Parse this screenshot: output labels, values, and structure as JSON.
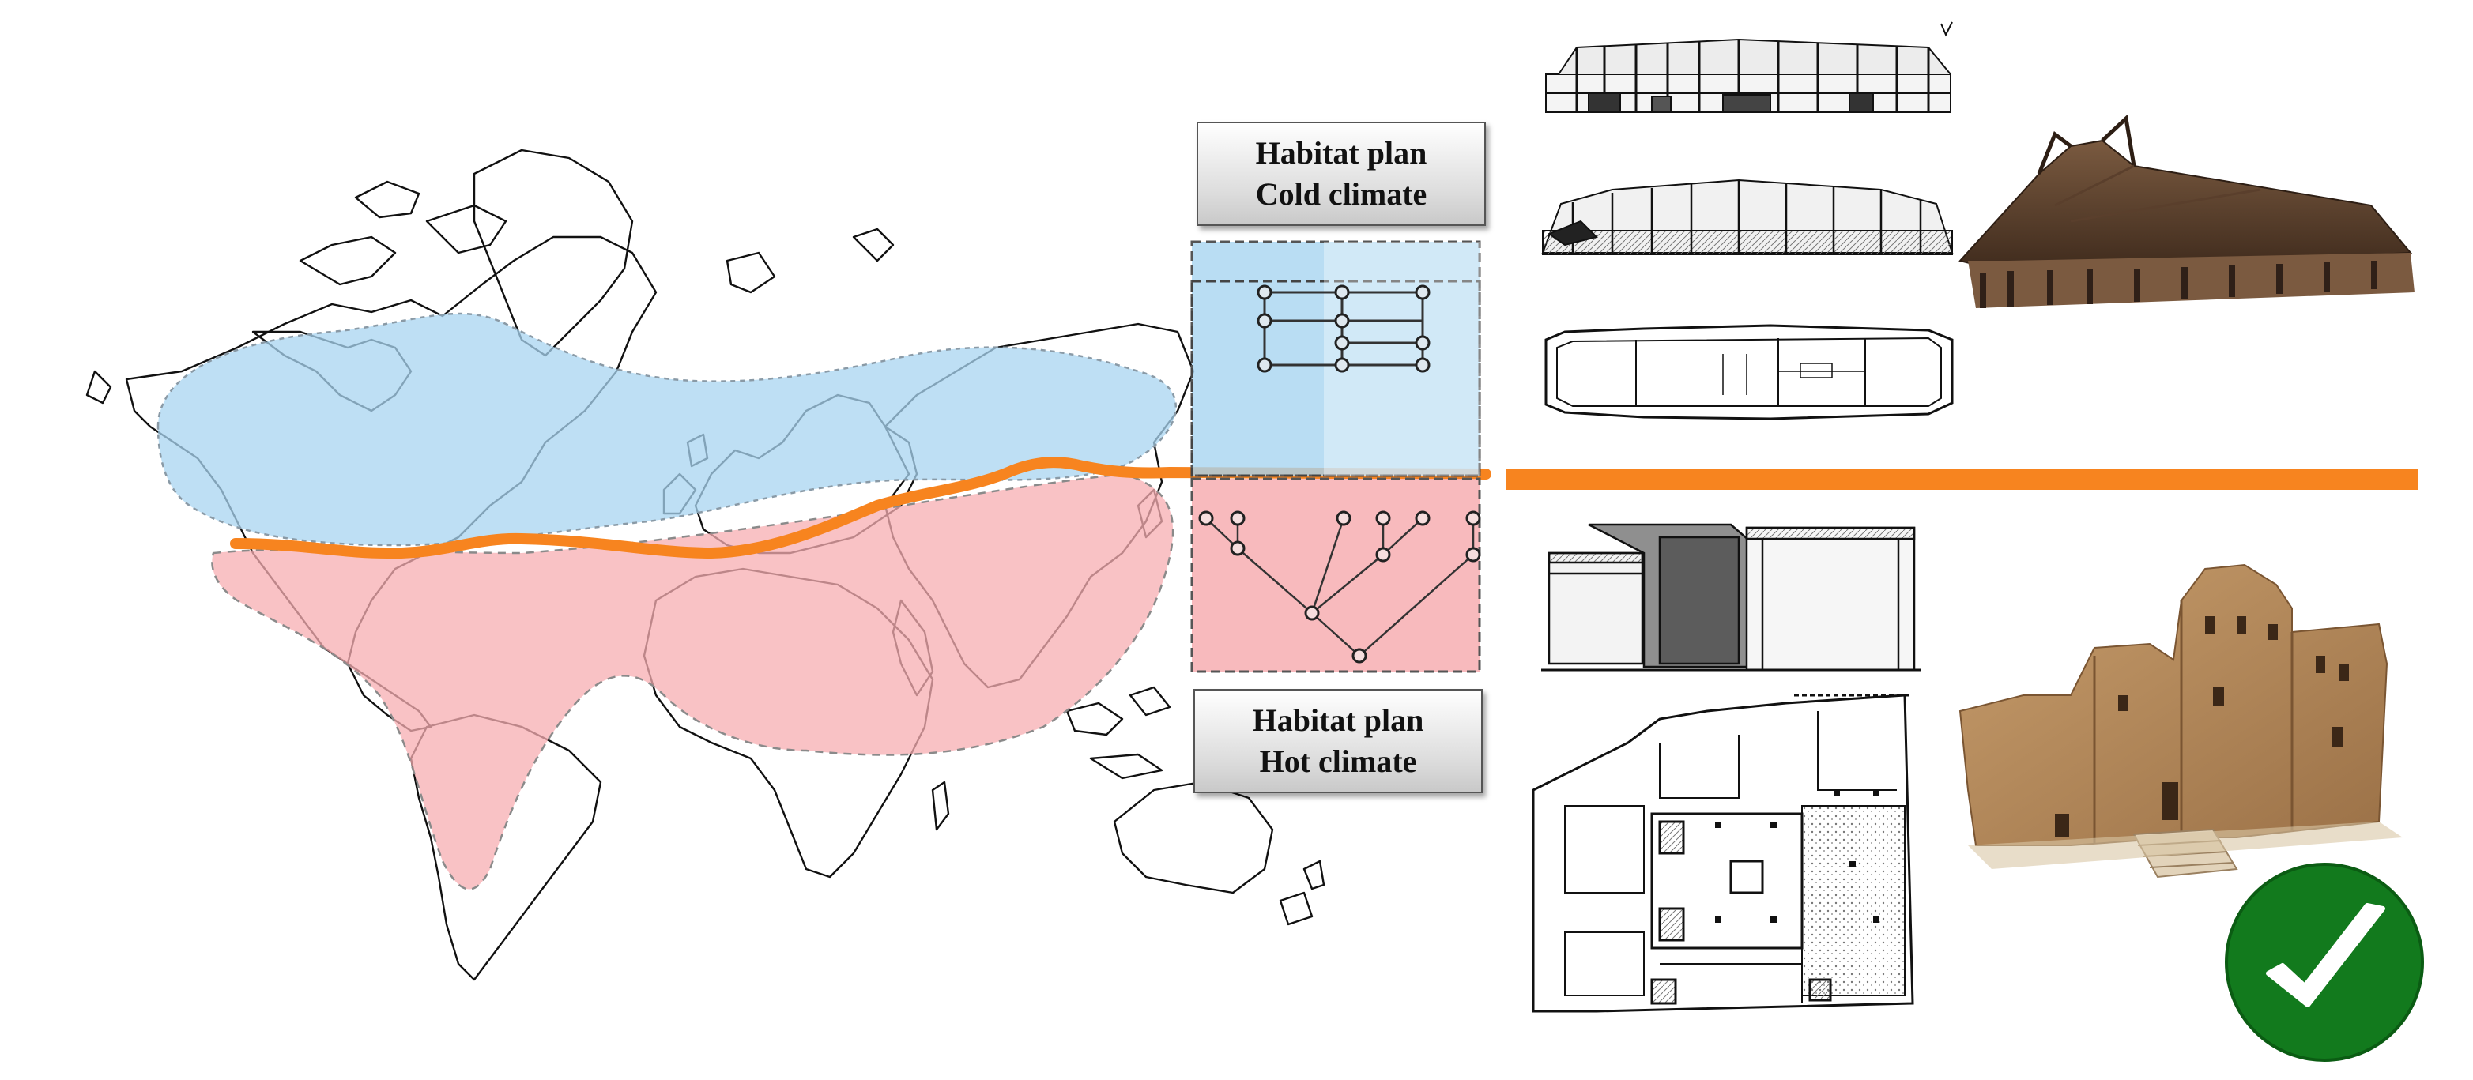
{
  "labels": {
    "cold": {
      "line1": "Habitat plan",
      "line2": "Cold climate"
    },
    "hot": {
      "line1": "Habitat plan",
      "line2": "Hot climate"
    }
  },
  "colors": {
    "cold_zone": "#a8d4f0",
    "hot_zone": "#f7aeb1",
    "divider": "#f7841f",
    "check_badge": "#127a1d",
    "check_mark": "#ffffff",
    "timber_roof": "#5a3f2c",
    "adobe_wall": "#b2875a"
  },
  "icons": [
    "checkmark-icon"
  ],
  "illustrations": [
    "world-map",
    "cold-habitat-graph",
    "hot-habitat-graph",
    "longhouse-section-elevation",
    "longhouse-long-section",
    "longhouse-floor-plan",
    "longhouse-photo",
    "courtyard-house-sections",
    "courtyard-house-floor-plan",
    "adobe-house-photo"
  ]
}
